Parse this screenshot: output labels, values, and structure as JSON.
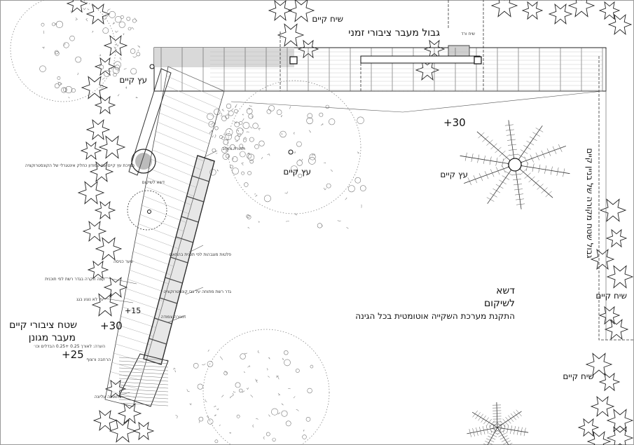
{
  "labels": {
    "existing_tree": "עץ קיים",
    "existing_bush": "שיח קיים",
    "temp_public_passage_border": "גבול מעבר ציבורי זמני",
    "sheltered_area_border": "גבול שטח מקורה של בניין קיים",
    "lawn": "דשא",
    "for_rehab": "לשיקום",
    "irrigation": "התקנת מערכת השקייה אוטומטית בכל הגינה",
    "public_area_line1": "שטח ציבורי קיים",
    "public_area_line2": "מעבר מגונן",
    "elev_30_right": "+30",
    "elev_30_left": "+30",
    "elev_25": "+25",
    "elev_15": "+15",
    "note_tree_support": "תמיכת עץ קיים עם עמודון כחלק אינטגרלי של הקונסטרוקציה",
    "note_grass": "דשא לשיקום",
    "note_entrance": "שער כניסה",
    "note_roof_edge": "קצה תקרה בגדר רשת לפי תוכנית",
    "note_planter": "עץ לא נוגע בגג",
    "note_paving": "הרחבה ורצוף",
    "note_lighting": "תאורה צמודה",
    "note_lighting_top": "תאורה עליונה",
    "note_elevation_small": "הערה: לאורך 0.25 +0.25 הבדלים וכו׳",
    "note_fence": "גדר רשת מתוחה על גבי קונסטרוקציה",
    "note_pavers": "פלטות מוגבהות לפי תכנית בהתאם",
    "note_outline_top": "שיח ורד",
    "note_small_top": "תאורה ורוחב"
  }
}
